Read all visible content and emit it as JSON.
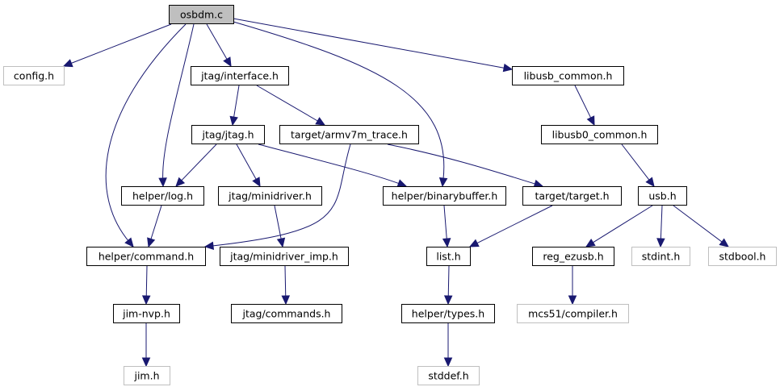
{
  "colors": {
    "edge": "#191970",
    "root_fill": "#bfbfbf",
    "root_stroke": "#000000",
    "node_stroke": "#000000",
    "external_stroke": "#bfbfbf",
    "external_text": "#4d4d4d",
    "text": "#000000",
    "background": "#ffffff"
  },
  "nodes": [
    {
      "id": "osbdm_c",
      "label": "osbdm.c",
      "kind": "root"
    },
    {
      "id": "config_h",
      "label": "config.h",
      "kind": "external"
    },
    {
      "id": "jtag_interface_h",
      "label": "jtag/interface.h",
      "kind": "file"
    },
    {
      "id": "libusb_common_h",
      "label": "libusb_common.h",
      "kind": "file"
    },
    {
      "id": "jtag_jtag_h",
      "label": "jtag/jtag.h",
      "kind": "file"
    },
    {
      "id": "target_armv7m_trace_h",
      "label": "target/armv7m_trace.h",
      "kind": "file"
    },
    {
      "id": "libusb0_common_h",
      "label": "libusb0_common.h",
      "kind": "file"
    },
    {
      "id": "helper_log_h",
      "label": "helper/log.h",
      "kind": "file"
    },
    {
      "id": "jtag_minidriver_h",
      "label": "jtag/minidriver.h",
      "kind": "file"
    },
    {
      "id": "helper_binarybuffer_h",
      "label": "helper/binarybuffer.h",
      "kind": "file"
    },
    {
      "id": "target_target_h",
      "label": "target/target.h",
      "kind": "file"
    },
    {
      "id": "usb_h",
      "label": "usb.h",
      "kind": "file"
    },
    {
      "id": "helper_command_h",
      "label": "helper/command.h",
      "kind": "file"
    },
    {
      "id": "jtag_minidriver_imp_h",
      "label": "jtag/minidriver_imp.h",
      "kind": "file"
    },
    {
      "id": "list_h",
      "label": "list.h",
      "kind": "file"
    },
    {
      "id": "reg_ezusb_h",
      "label": "reg_ezusb.h",
      "kind": "file"
    },
    {
      "id": "stdint_h",
      "label": "stdint.h",
      "kind": "external"
    },
    {
      "id": "stdbool_h",
      "label": "stdbool.h",
      "kind": "external"
    },
    {
      "id": "jim_nvp_h",
      "label": "jim-nvp.h",
      "kind": "file"
    },
    {
      "id": "jtag_commands_h",
      "label": "jtag/commands.h",
      "kind": "file"
    },
    {
      "id": "helper_types_h",
      "label": "helper/types.h",
      "kind": "file"
    },
    {
      "id": "mcs51_compiler_h",
      "label": "mcs51/compiler.h",
      "kind": "external"
    },
    {
      "id": "jim_h",
      "label": "jim.h",
      "kind": "external"
    },
    {
      "id": "stddef_h",
      "label": "stddef.h",
      "kind": "external"
    }
  ],
  "edges": [
    {
      "from": "osbdm_c",
      "to": "config_h"
    },
    {
      "from": "osbdm_c",
      "to": "jtag_interface_h"
    },
    {
      "from": "osbdm_c",
      "to": "libusb_common_h"
    },
    {
      "from": "osbdm_c",
      "to": "helper_log_h"
    },
    {
      "from": "osbdm_c",
      "to": "helper_command_h"
    },
    {
      "from": "osbdm_c",
      "to": "helper_binarybuffer_h"
    },
    {
      "from": "jtag_interface_h",
      "to": "jtag_jtag_h"
    },
    {
      "from": "jtag_interface_h",
      "to": "target_armv7m_trace_h"
    },
    {
      "from": "libusb_common_h",
      "to": "libusb0_common_h"
    },
    {
      "from": "jtag_jtag_h",
      "to": "helper_log_h"
    },
    {
      "from": "jtag_jtag_h",
      "to": "jtag_minidriver_h"
    },
    {
      "from": "jtag_jtag_h",
      "to": "helper_binarybuffer_h"
    },
    {
      "from": "target_armv7m_trace_h",
      "to": "target_target_h"
    },
    {
      "from": "target_armv7m_trace_h",
      "to": "helper_command_h"
    },
    {
      "from": "libusb0_common_h",
      "to": "usb_h"
    },
    {
      "from": "helper_log_h",
      "to": "helper_command_h"
    },
    {
      "from": "jtag_minidriver_h",
      "to": "jtag_minidriver_imp_h"
    },
    {
      "from": "helper_binarybuffer_h",
      "to": "list_h"
    },
    {
      "from": "target_target_h",
      "to": "list_h"
    },
    {
      "from": "usb_h",
      "to": "reg_ezusb_h"
    },
    {
      "from": "usb_h",
      "to": "stdint_h"
    },
    {
      "from": "usb_h",
      "to": "stdbool_h"
    },
    {
      "from": "helper_command_h",
      "to": "jim_nvp_h"
    },
    {
      "from": "jtag_minidriver_imp_h",
      "to": "jtag_commands_h"
    },
    {
      "from": "list_h",
      "to": "helper_types_h"
    },
    {
      "from": "reg_ezusb_h",
      "to": "mcs51_compiler_h"
    },
    {
      "from": "jim_nvp_h",
      "to": "jim_h"
    },
    {
      "from": "helper_types_h",
      "to": "stddef_h"
    }
  ]
}
